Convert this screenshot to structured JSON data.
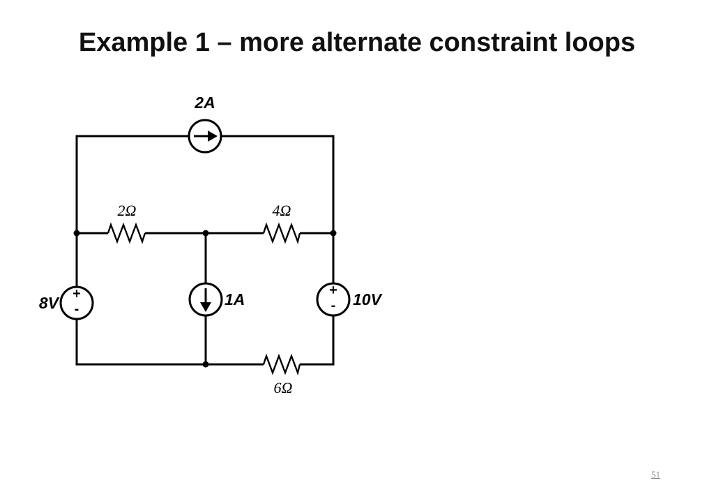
{
  "slide": {
    "title": "Example 1 – more alternate constraint loops",
    "page_number": "51"
  },
  "circuit": {
    "current_source_top": "2A",
    "current_source_middle": "1A",
    "voltage_source_left": "8V",
    "voltage_source_right": "10V",
    "resistor_left": "2Ω",
    "resistor_right": "4Ω",
    "resistor_bottom": "6Ω",
    "plus_sign": "+",
    "minus_sign": "-"
  }
}
